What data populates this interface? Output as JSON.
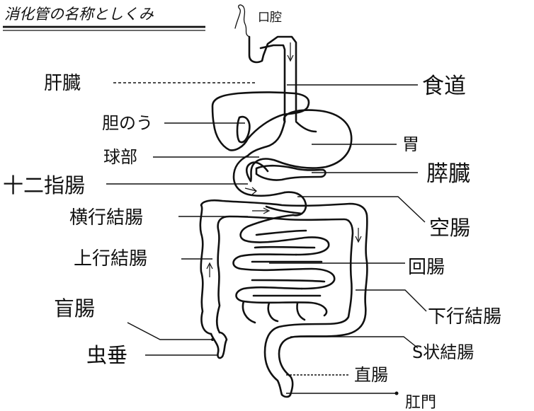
{
  "title": "消化管の名称としくみ",
  "labels": {
    "mouth": "口腔",
    "liver": "肝臓",
    "esophagus": "食道",
    "gallbladder": "胆のう",
    "stomach": "胃",
    "duodenal_bulb": "球部",
    "pancreas": "膵臓",
    "duodenum": "十二指腸",
    "transverse_colon": "横行結腸",
    "jejunum": "空腸",
    "ascending_colon": "上行結腸",
    "ileum": "回腸",
    "cecum": "盲腸",
    "descending_colon": "下行結腸",
    "appendix": "虫垂",
    "sigmoid_colon": "S状結腸",
    "rectum": "直腸",
    "anus": "肛門"
  }
}
